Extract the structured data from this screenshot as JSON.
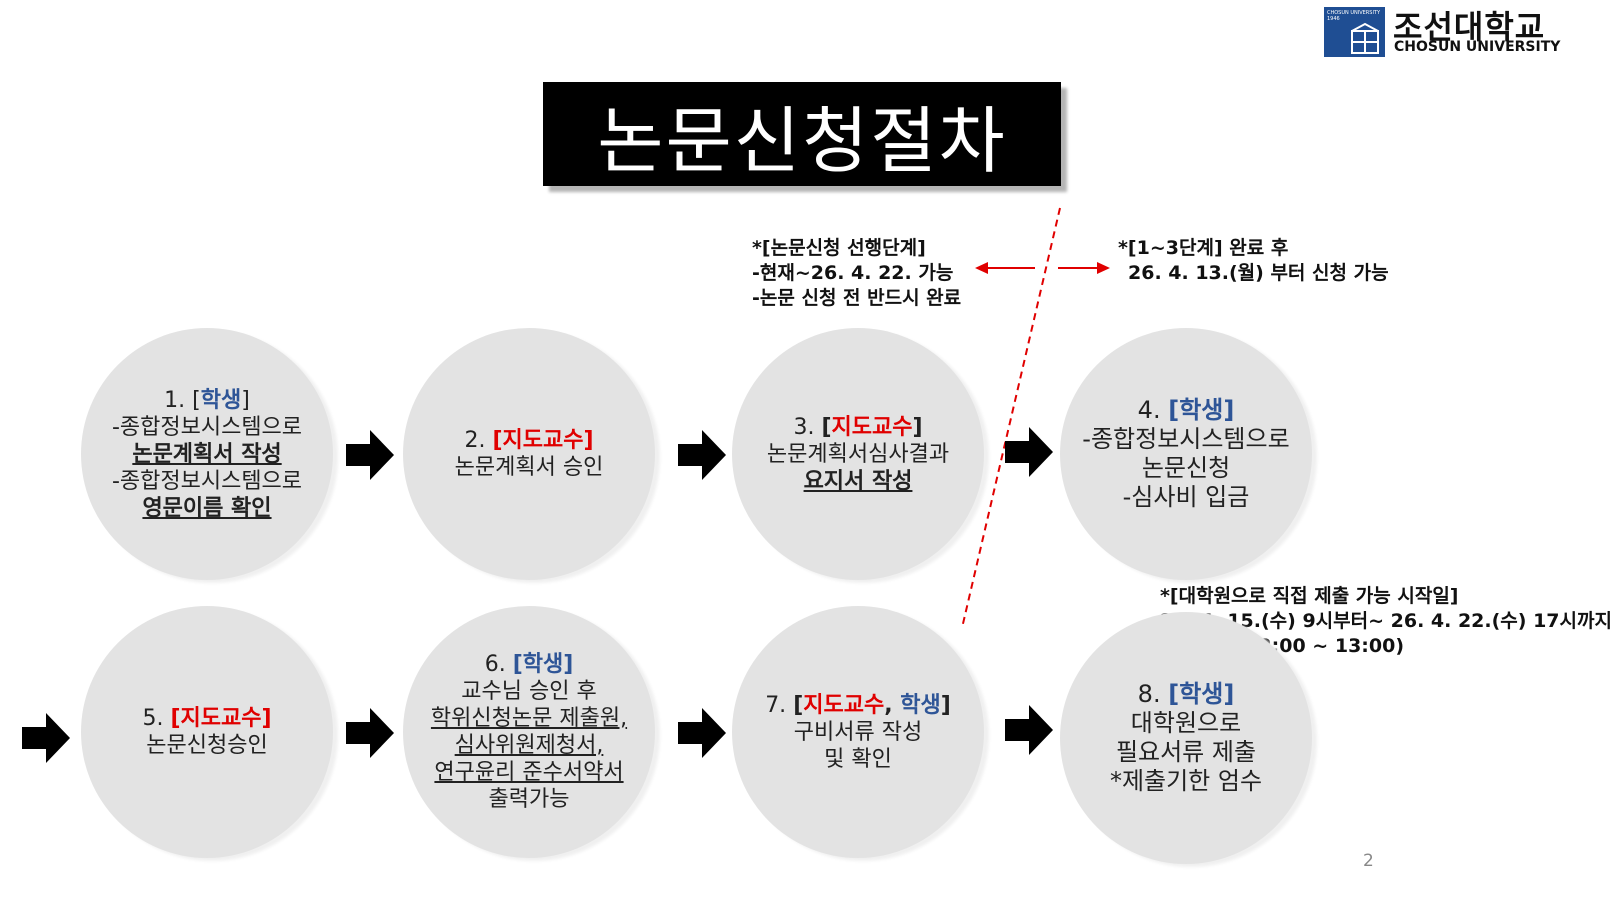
{
  "logo": {
    "mark_text": "CHOSUN UNIVERSITY 1946",
    "korean": "조선대학교",
    "english": "CHOSUN UNIVERSITY"
  },
  "title": "논문신청절차",
  "notes": {
    "pre_stage": {
      "line1": "*[논문신청 선행단계]",
      "line2": "-현재~26. 4. 22. 가능",
      "line3": "-논문 신청 전 반드시 완료"
    },
    "after": {
      "line1": "*[1~3단계] 완료 후",
      "line2": "26. 4. 13.(월) 부터 신청 가능"
    },
    "submit": {
      "line1": "*[대학원으로 직접 제출 가능 시작일]",
      "line2": "26. 4. 15.(수) 9시부터~ 26. 4. 22.(수) 17시까지",
      "line3": "(점심사간 12:00 ~ 13:00)"
    }
  },
  "steps": {
    "s1": {
      "num": "1.",
      "open": "[",
      "role": "학생",
      "close": "]",
      "l1": "-종합정보시스템으로",
      "l2": "논문계획서 작성",
      "l3": "-종합정보시스템으로",
      "l4": "영문이름 확인"
    },
    "s2": {
      "num": "2.",
      "role": "[지도교수]",
      "l1": "논문계획서 승인"
    },
    "s3": {
      "num": "3.",
      "open": "[",
      "role": "지도교수",
      "close": "]",
      "l1": "논문계획서심사결과",
      "l2": "요지서 작성"
    },
    "s4": {
      "num": "4.",
      "role": "[학생]",
      "l1": "-종합정보시스템으로",
      "l2": "논문신청",
      "l3": "-심사비 입금"
    },
    "s5": {
      "num": "5.",
      "role": "[지도교수]",
      "l1": "논문신청승인"
    },
    "s6": {
      "num": "6.",
      "role": "[학생]",
      "l1": "교수님 승인 후",
      "l2": "학위신청논문 제출원,",
      "l3": "심사위원제청서,",
      "l4": "연구윤리 준수서약서",
      "l5": "출력가능"
    },
    "s7": {
      "num": "7.",
      "open": "[",
      "role1": "지도교수",
      "sep": ", ",
      "role2": "학생",
      "close": "]",
      "l1": "구비서류 작성",
      "l2": "및 확인"
    },
    "s8": {
      "num": "8.",
      "role": "[학생]",
      "l1": "대학원으로",
      "l2": "필요서류 제출",
      "l3": "*제출기한 엄수"
    }
  },
  "page_number": "2",
  "colors": {
    "student": "#2e5597",
    "professor": "#e00000",
    "circle": "#e3e3e3",
    "divider": "#e00000"
  }
}
